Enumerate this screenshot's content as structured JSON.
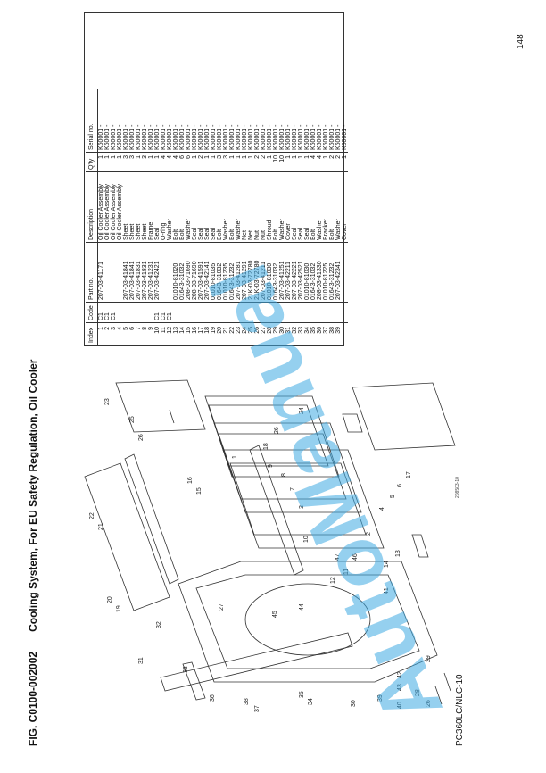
{
  "figure": {
    "number": "FIG. C0100-002002",
    "title": "Cooling System, For EU Safety Regulation, Oil Cooler"
  },
  "footer": {
    "model": "PC360LC/NLC-10",
    "page": "148"
  },
  "drawing": {
    "reference": "208503-10",
    "callouts": [
      "1",
      "2",
      "3",
      "4",
      "5",
      "6",
      "7",
      "8",
      "9",
      "10",
      "11",
      "12",
      "13",
      "14",
      "15",
      "16",
      "17",
      "18",
      "19",
      "20",
      "21",
      "22",
      "23",
      "24",
      "25",
      "26",
      "27",
      "28",
      "29",
      "30",
      "31",
      "32",
      "33",
      "34",
      "35",
      "36",
      "37",
      "38",
      "39",
      "40",
      "41",
      "42",
      "43",
      "44",
      "45"
    ]
  },
  "watermark": "AutoManual",
  "table": {
    "headers": {
      "index": "Index",
      "code": "Code",
      "part_no": "Part no.",
      "description": "Description",
      "qty": "Q'ty",
      "serial": "Serial no."
    },
    "rows": [
      {
        "index": "1",
        "code": "C1",
        "part_no": "207-03-41171",
        "description": "Oil Cooler Assembly",
        "qty": "1",
        "serial": "K60001 -"
      },
      {
        "index": "2",
        "code": "C1",
        "part_no": "",
        "description": "Oil Cooler Assembly",
        "qty": "1",
        "serial": "K60001 -"
      },
      {
        "index": "3",
        "code": "C1",
        "part_no": "",
        "description": "Oil Cooler Assembly",
        "qty": "1",
        "serial": "K60001 -"
      },
      {
        "index": "4",
        "code": "",
        "part_no": "",
        "description": "Oil Cooler Assembly",
        "qty": "1",
        "serial": "K60001 -"
      },
      {
        "index": "5",
        "code": "",
        "part_no": "207-03-41841",
        "description": "Sheet",
        "qty": "3",
        "serial": "K60001 -"
      },
      {
        "index": "6",
        "code": "",
        "part_no": "207-03-41841",
        "description": "Sheet",
        "qty": "3",
        "serial": "K60001 -"
      },
      {
        "index": "7",
        "code": "",
        "part_no": "207-03-41831",
        "description": "Sheet",
        "qty": "1",
        "serial": "K60001 -"
      },
      {
        "index": "8",
        "code": "",
        "part_no": "207-03-41831",
        "description": "Sheet",
        "qty": "3",
        "serial": "K60001 -"
      },
      {
        "index": "9",
        "code": "",
        "part_no": "207-03-41231",
        "description": "Frame",
        "qty": "1",
        "serial": "K60001 -"
      },
      {
        "index": "10",
        "code": "C1",
        "part_no": "207-03-42421",
        "description": "Seal",
        "qty": "1",
        "serial": "K60001 -"
      },
      {
        "index": "11",
        "code": "C1",
        "part_no": "",
        "description": "O-ring",
        "qty": "4",
        "serial": "K60001 -"
      },
      {
        "index": "12",
        "code": "C1",
        "part_no": "",
        "description": "Washer",
        "qty": "4",
        "serial": "K60001 -"
      },
      {
        "index": "13",
        "code": "",
        "part_no": "01010-81020",
        "description": "Bolt",
        "qty": "4",
        "serial": "K60001 -"
      },
      {
        "index": "14",
        "code": "",
        "part_no": "01643-31032",
        "description": "Bolt",
        "qty": "6",
        "serial": "K60001 -"
      },
      {
        "index": "15",
        "code": "",
        "part_no": "208-03-71690",
        "description": "Washer",
        "qty": "6",
        "serial": "K60001 -"
      },
      {
        "index": "16",
        "code": "",
        "part_no": "208-03-71690",
        "description": "Seal",
        "qty": "1",
        "serial": "K60001 -"
      },
      {
        "index": "17",
        "code": "",
        "part_no": "207-03-41591",
        "description": "Seal",
        "qty": "2",
        "serial": "K60001 -"
      },
      {
        "index": "18",
        "code": "",
        "part_no": "207-03-42141",
        "description": "Seal",
        "qty": "1",
        "serial": "K60001 -"
      },
      {
        "index": "19",
        "code": "",
        "part_no": "01010-81035",
        "description": "Seal",
        "qty": "1",
        "serial": "K60001 -"
      },
      {
        "index": "20",
        "code": "",
        "part_no": "01643-31032",
        "description": "Bolt",
        "qty": "3",
        "serial": "K60001 -"
      },
      {
        "index": "21",
        "code": "",
        "part_no": "01010-81235",
        "description": "Washer",
        "qty": "3",
        "serial": "K60001 -"
      },
      {
        "index": "22",
        "code": "",
        "part_no": "01643-31232",
        "description": "Bolt",
        "qty": "1",
        "serial": "K60001 -"
      },
      {
        "index": "23",
        "code": "",
        "part_no": "207-03-41281",
        "description": "Washer",
        "qty": "1",
        "serial": "K60001 -"
      },
      {
        "index": "24",
        "code": "",
        "part_no": "207-03-41291",
        "description": "Net",
        "qty": "1",
        "serial": "K60001 -"
      },
      {
        "index": "25",
        "code": "",
        "part_no": "21K-03-72780",
        "description": "Net",
        "qty": "1",
        "serial": "K60001 -"
      },
      {
        "index": "26",
        "code": "",
        "part_no": "21K-03-72780",
        "description": "Nut",
        "qty": "2",
        "serial": "K60001 -"
      },
      {
        "index": "27",
        "code": "",
        "part_no": "207-03-41211",
        "description": "Nut",
        "qty": "2",
        "serial": "K60001 -"
      },
      {
        "index": "28",
        "code": "",
        "part_no": "01010-81030",
        "description": "Shroud",
        "qty": "1",
        "serial": "K60001 -"
      },
      {
        "index": "29",
        "code": "",
        "part_no": "01643-31032",
        "description": "Bolt",
        "qty": "10",
        "serial": "K60001 -"
      },
      {
        "index": "30",
        "code": "",
        "part_no": "207-03-41251",
        "description": "Washer",
        "qty": "10",
        "serial": "K60001 -"
      },
      {
        "index": "31",
        "code": "",
        "part_no": "207-03-42211",
        "description": "Cover",
        "qty": "1",
        "serial": "K60001 -"
      },
      {
        "index": "32",
        "code": "",
        "part_no": "207-03-42221",
        "description": "Seal",
        "qty": "1",
        "serial": "K60001 -"
      },
      {
        "index": "33",
        "code": "",
        "part_no": "207-03-42521",
        "description": "Seal",
        "qty": "1",
        "serial": "K60001 -"
      },
      {
        "index": "34",
        "code": "",
        "part_no": "01010-81030",
        "description": "Seal",
        "qty": "1",
        "serial": "K60001 -"
      },
      {
        "index": "35",
        "code": "",
        "part_no": "01643-31032",
        "description": "Bolt",
        "qty": "4",
        "serial": "K60001 -"
      },
      {
        "index": "36",
        "code": "",
        "part_no": "208-03-41330",
        "description": "Washer",
        "qty": "4",
        "serial": "K60001 -"
      },
      {
        "index": "37",
        "code": "",
        "part_no": "01010-81225",
        "description": "Bracket",
        "qty": "1",
        "serial": "K60001 -"
      },
      {
        "index": "38",
        "code": "",
        "part_no": "01643-31232",
        "description": "Bolt",
        "qty": "2",
        "serial": "K60001 -"
      },
      {
        "index": "39",
        "code": "",
        "part_no": "207-03-42341",
        "description": "Washer",
        "qty": "2",
        "serial": "K60001 -"
      },
      {
        "index": "",
        "code": "",
        "part_no": "",
        "description": "Cover",
        "qty": "1",
        "serial": "K60001 -"
      }
    ]
  }
}
